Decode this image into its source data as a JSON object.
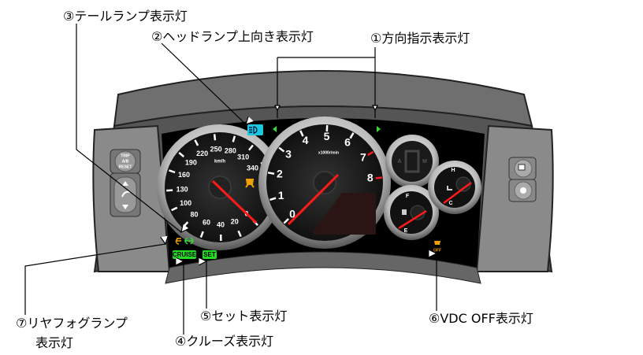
{
  "callouts": {
    "tail_lamp": "③テールランプ表示灯",
    "high_beam": "②ヘッドランプ上向き表示灯",
    "turn_signal": "①方向指示表示灯",
    "rear_fog_line1": "⑦リヤフォグランプ",
    "rear_fog_line2": "表示灯",
    "set": "⑤セット表示灯",
    "cruise": "④クルーズ表示灯",
    "vdc_off": "⑥VDC OFF表示灯"
  },
  "speedometer": {
    "unit": "km/h",
    "ticks": [
      "0",
      "20",
      "40",
      "60",
      "80",
      "100",
      "130",
      "160",
      "190",
      "220",
      "250",
      "280",
      "310",
      "340"
    ]
  },
  "tachometer": {
    "unit": "x1000r/min",
    "ticks": [
      "0",
      "1",
      "2",
      "3",
      "4",
      "5",
      "6",
      "7",
      "8"
    ]
  },
  "fuel_gauge": {
    "full": "F",
    "empty": "E"
  },
  "temp_gauge": {
    "hot": "H",
    "cold": "C"
  },
  "gear_display": {
    "auto": "A",
    "manual": "M"
  },
  "indicators": {
    "cruise": "CRUISE",
    "set": "SET",
    "vdc_off": "OFF"
  },
  "buttons": {
    "trip_line1": "TRIP",
    "trip_line2": "A/B",
    "trip_line3": "RESET"
  },
  "colors": {
    "needle": "#ff1a1a",
    "indicator_green": "#22dd22",
    "high_beam": "#1cc8e0",
    "amber": "#f0a000"
  }
}
